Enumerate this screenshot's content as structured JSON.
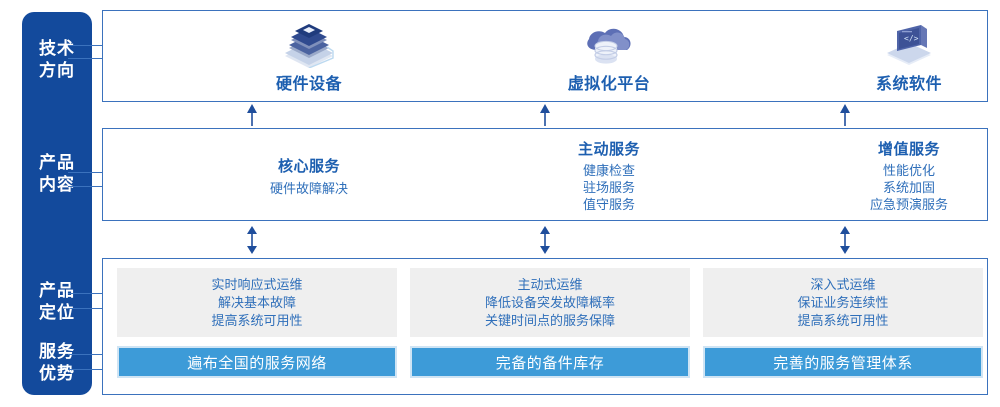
{
  "rail": {
    "labels": [
      {
        "name": "tech-direction",
        "lines": [
          "技术",
          "方向"
        ]
      },
      {
        "name": "product-content",
        "lines": [
          "产品",
          "内容"
        ]
      },
      {
        "name": "product-positioning",
        "lines": [
          "产品",
          "定位"
        ]
      },
      {
        "name": "service-advantage",
        "lines": [
          "服务",
          "优势"
        ]
      }
    ]
  },
  "colors": {
    "rail_bg": "#134a9c",
    "box_border": "#3b72bd",
    "title_blue": "#1d5fb0",
    "text_blue": "#2f6fba",
    "gray_panel": "#efefef",
    "advantage_bar": "#3d9bd8",
    "arrow": "#1f4e9c"
  },
  "tech_direction": {
    "columns": [
      {
        "icon": "server-stack-icon",
        "title": "硬件设备"
      },
      {
        "icon": "cloud-database-icon",
        "title": "虚拟化平台"
      },
      {
        "icon": "laptop-code-icon",
        "title": "系统软件"
      }
    ]
  },
  "product_content": {
    "columns": [
      {
        "title": "核心服务",
        "items": [
          "硬件故障解决"
        ]
      },
      {
        "title": "主动服务",
        "items": [
          "健康检查",
          "驻场服务",
          "值守服务"
        ]
      },
      {
        "title": "增值服务",
        "items": [
          "性能优化",
          "系统加固",
          "应急预演服务"
        ]
      }
    ]
  },
  "product_positioning": {
    "columns": [
      {
        "lines": [
          "实时响应式运维",
          "解决基本故障",
          "提高系统可用性"
        ],
        "advantage": "遍布全国的服务网络"
      },
      {
        "lines": [
          "主动式运维",
          "降低设备突发故障概率",
          "关键时间点的服务保障"
        ],
        "advantage": "完备的备件库存"
      },
      {
        "lines": [
          "深入式运维",
          "保证业务连续性",
          "提高系统可用性"
        ],
        "advantage": "完善的服务管理体系"
      }
    ]
  },
  "arrows": {
    "top_to_middle": "arrow-up-icon",
    "middle_to_bottom": "arrow-up-down-icon"
  }
}
